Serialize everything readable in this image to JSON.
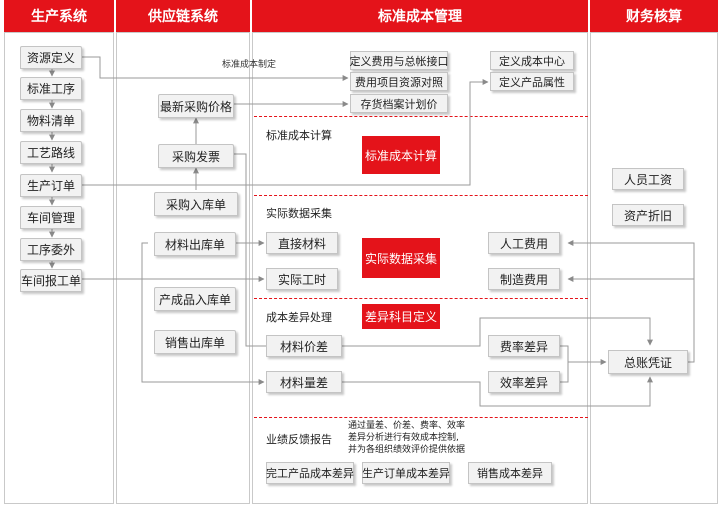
{
  "headers": {
    "production": "生产系统",
    "supply_chain": "供应链系统",
    "standard_cost": "标准成本管理",
    "finance": "财务核算"
  },
  "production_items": [
    "资源定义",
    "标准工序",
    "物料清单",
    "工艺路线",
    "生产订单",
    "车间管理",
    "工序委外",
    "车间报工单"
  ],
  "supply_items": {
    "latest_price": "最新采购价格",
    "purchase_invoice": "采购发票",
    "purchase_receipt": "采购入库单",
    "material_out": "材料出库单",
    "product_in": "产成品入库单",
    "sales_out": "销售出库单"
  },
  "standard_cost": {
    "std_setting_label": "标准成本制定",
    "define_fee_interface": "定义费用与总帐接口",
    "fee_resource_map": "费用项目资源对照",
    "inventory_plan_price": "存货档案计划价",
    "define_cost_center": "定义成本中心",
    "define_product_attr": "定义产品属性",
    "std_calc_label": "标准成本计算",
    "std_calc_red": "标准成本计算",
    "actual_collect_label": "实际数据采集",
    "direct_material": "直接材料",
    "actual_hours": "实际工时",
    "actual_collect_red": "实际数据采集",
    "variance_label": "成本差异处理",
    "variance_red": "差异科目定义",
    "material_price_var": "材料价差",
    "material_qty_var": "材料量差",
    "rate_var": "费率差异",
    "efficiency_var": "效率差异",
    "labor_cost": "人工费用",
    "mfg_cost": "制造费用",
    "feedback_label": "业绩反馈报告",
    "feedback_note": [
      "通过量差、价差、费率、效率",
      "差异分析进行有效成本控制,",
      "并为各组织绩效评价提供依据"
    ],
    "reports": [
      "完工产品成本差异",
      "生产订单成本差异",
      "销售成本差异"
    ]
  },
  "finance": {
    "staff_salary": "人员工资",
    "asset_depreciation": "资产折旧",
    "gl_voucher": "总账凭证"
  },
  "colors": {
    "accent": "#e4131a",
    "box_fill": "#f2f2f2",
    "line": "#8a8a8a"
  }
}
